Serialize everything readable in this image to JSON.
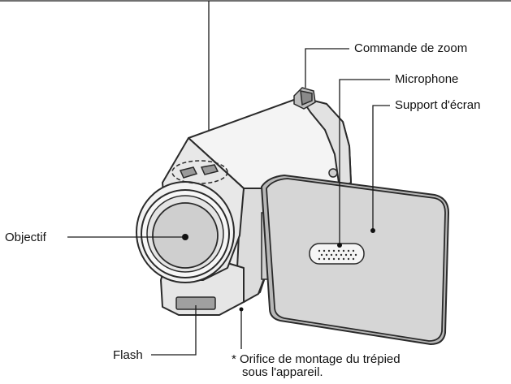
{
  "colors": {
    "body_light": "#f4f4f4",
    "body_mid": "#d9d9d9",
    "body_dark": "#9a9a9a",
    "outline": "#2a2a2a",
    "lens_fill": "#cfcfcf",
    "screen_fill": "#d6d6d6",
    "leader_line": "#1a1a1a"
  },
  "labels": {
    "zoom": "Commande de zoom",
    "microphone": "Microphone",
    "screen_support": "Support d'écran",
    "objective": "Objectif",
    "flash": "Flash",
    "tripod_line1": "* Orifice de montage du trépied",
    "tripod_line2": "sous l'appareil."
  }
}
